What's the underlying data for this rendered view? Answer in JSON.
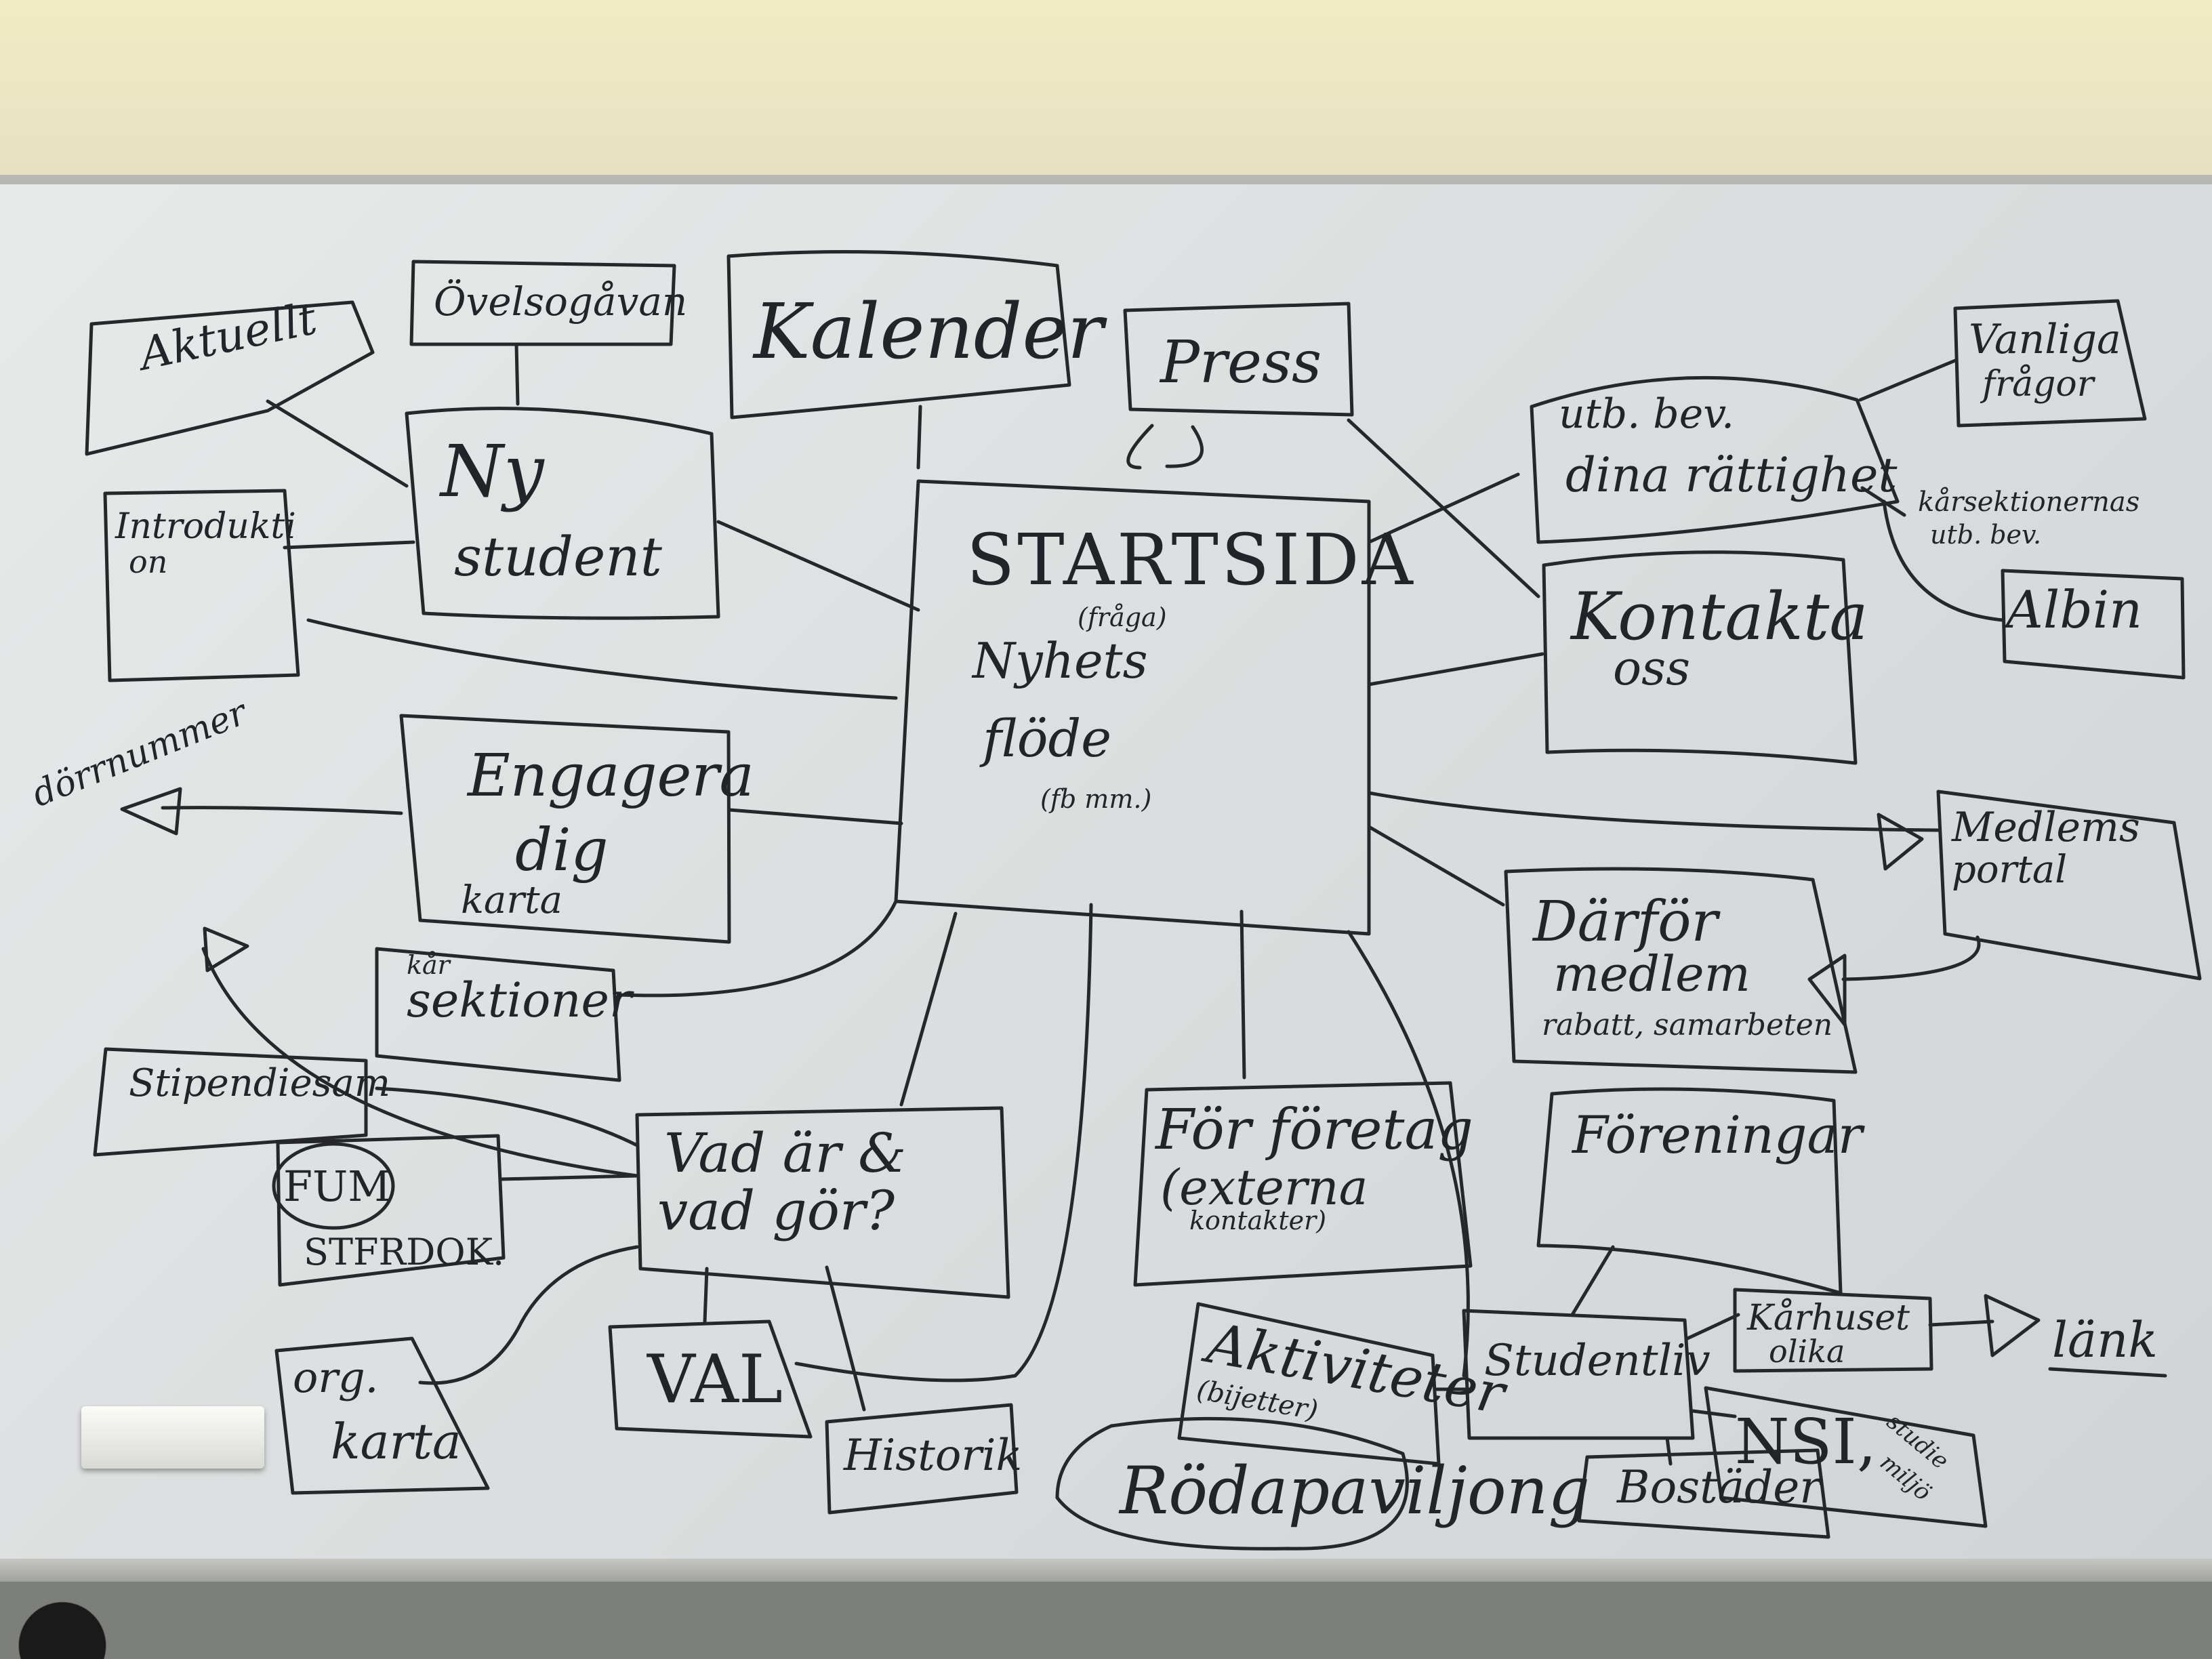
{
  "nodes": {
    "startsida": "STARTSIDA",
    "startsida_nyhets": "Nyhets",
    "startsida_fraga": "(fråga)",
    "startsida_flode": "flöde",
    "startsida_fb": "(fb mm.)",
    "kalender": "Kalender",
    "press": "Press",
    "ovningsgavan": "Övelsogåvan",
    "aktuell": "Aktuellt",
    "ny_student_1": "Ny",
    "ny_student_2": "student",
    "introduktion_1": "Introdukti",
    "introduktion_2": "on",
    "engagera_1": "Engagera",
    "engagera_2": "dig",
    "engagera_karta": "karta",
    "dorrnummer": "dörrnummer",
    "kar_sektioner_1": "kår",
    "kar_sektioner_2": "sektioner",
    "stipendiesam": "Stipendiesam",
    "fum": "FUM",
    "stfrdok": "STFRDOK.",
    "vadar_1": "Vad är &",
    "vadar_2": "vad gör?",
    "org_karta_1": "org.",
    "org_karta_2": "karta",
    "val": "VAL",
    "historik": "Historik",
    "utb_bev_1": "utb. bev.",
    "utb_bev_2": "dina rättighet",
    "vanliga_1": "Vanliga",
    "vanliga_2": "frågor",
    "karsektionernas_1": "kårsektionernas",
    "karsektionernas_2": "utb. bev.",
    "albin": "Albin",
    "kontakta_1": "Kontakta",
    "kontakta_2": "oss",
    "medlemsportal_1": "Medlems",
    "medlemsportal_2": "portal",
    "darfor_1": "Därför",
    "darfor_2": "medlem",
    "darfor_3": "rabatt, samarbeten",
    "for_foretag_1": "För företag",
    "for_foretag_2": "(externa",
    "for_foretag_3": "kontakter)",
    "foreningar": "Föreningar",
    "aktiviteter_1": "Aktiviteter",
    "aktiviteter_2": "(bijetter)",
    "studentliv": "Studentliv",
    "karhuset_1": "Kårhuset",
    "karhuset_2": "olika",
    "lank": "länk",
    "nsi": "NSI,",
    "nsi_sub_1": "studie",
    "nsi_sub_2": "miljö",
    "bostader": "Bostäder",
    "rodapaviljong": "Rödapaviljong"
  }
}
